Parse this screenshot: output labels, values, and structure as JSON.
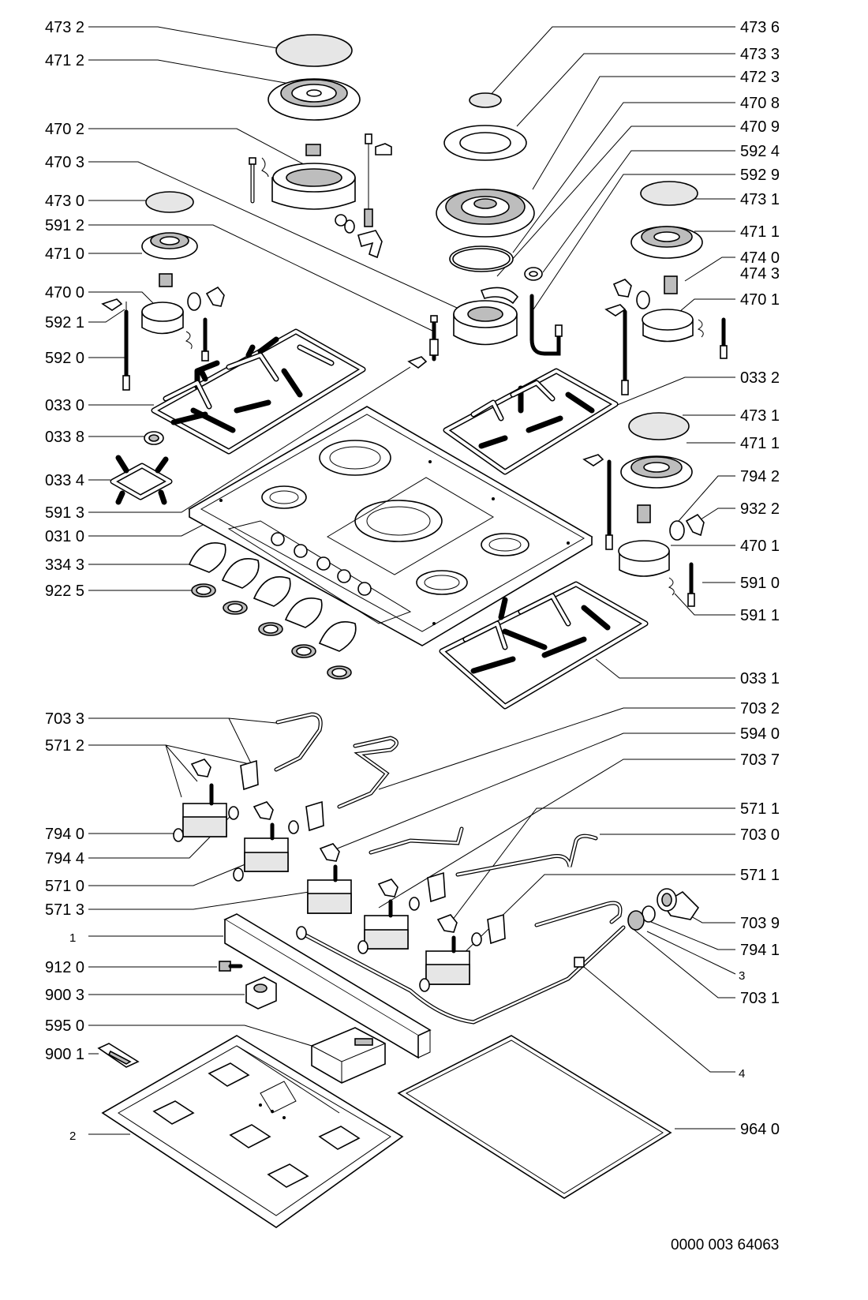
{
  "labels_left": [
    {
      "id": "473-2-a",
      "text": "473 2"
    },
    {
      "id": "471-2",
      "text": "471 2"
    },
    {
      "id": "470-2",
      "text": "470 2"
    },
    {
      "id": "470-3",
      "text": "470 3"
    },
    {
      "id": "473-0",
      "text": "473  0"
    },
    {
      "id": "591-2",
      "text": "591 2"
    },
    {
      "id": "471-0",
      "text": "471 0"
    },
    {
      "id": "470-0",
      "text": "470 0"
    },
    {
      "id": "592-1",
      "text": "592 1"
    },
    {
      "id": "592-0",
      "text": "592 0"
    },
    {
      "id": "033-0",
      "text": "033 0"
    },
    {
      "id": "033-8",
      "text": "033 8"
    },
    {
      "id": "033-4",
      "text": "033 4"
    },
    {
      "id": "591-3",
      "text": "591 3"
    },
    {
      "id": "031-0",
      "text": "031 0"
    },
    {
      "id": "334-3",
      "text": "334 3"
    },
    {
      "id": "922-5",
      "text": "922 5"
    },
    {
      "id": "703-3",
      "text": "703 3"
    },
    {
      "id": "571-2",
      "text": "571 2"
    },
    {
      "id": "794-0",
      "text": "794 0"
    },
    {
      "id": "794-4",
      "text": "794 4"
    },
    {
      "id": "571-0",
      "text": "571 0"
    },
    {
      "id": "571-3",
      "text": "571 3"
    },
    {
      "id": "1",
      "text": "1"
    },
    {
      "id": "912-0",
      "text": "912 0"
    },
    {
      "id": "900-3",
      "text": "900 3"
    },
    {
      "id": "595-0",
      "text": "595 0"
    },
    {
      "id": "900-1",
      "text": "900 1"
    },
    {
      "id": "2",
      "text": "2"
    }
  ],
  "labels_right": [
    {
      "id": "473-6",
      "text": "473 6"
    },
    {
      "id": "473-3",
      "text": "473 3"
    },
    {
      "id": "472-3",
      "text": "472 3"
    },
    {
      "id": "470-8",
      "text": "470 8"
    },
    {
      "id": "470-9",
      "text": "470 9"
    },
    {
      "id": "592-4",
      "text": "592 4"
    },
    {
      "id": "592-9",
      "text": "592 9"
    },
    {
      "id": "473-1-a",
      "text": "473 1"
    },
    {
      "id": "471-1-a",
      "text": "471 1"
    },
    {
      "id": "474-0",
      "text": "474 0"
    },
    {
      "id": "474-3",
      "text": "474 3"
    },
    {
      "id": "470-1-a",
      "text": "470 1"
    },
    {
      "id": "033-2",
      "text": "033 2"
    },
    {
      "id": "473-1-b",
      "text": "473 1"
    },
    {
      "id": "471-1-b",
      "text": "471 1"
    },
    {
      "id": "794-2",
      "text": "794 2"
    },
    {
      "id": "932-2",
      "text": "932 2"
    },
    {
      "id": "470-1-b",
      "text": "470 1"
    },
    {
      "id": "591-0",
      "text": "591 0"
    },
    {
      "id": "591-1",
      "text": "591 1"
    },
    {
      "id": "033-1",
      "text": "033 1"
    },
    {
      "id": "703-2",
      "text": "703 2"
    },
    {
      "id": "594-0",
      "text": "594 0"
    },
    {
      "id": "703-7",
      "text": "703 7"
    },
    {
      "id": "571-1-a",
      "text": "571 1"
    },
    {
      "id": "703-0",
      "text": "703 0"
    },
    {
      "id": "571-1-b",
      "text": "571 1"
    },
    {
      "id": "703-9",
      "text": "703 9"
    },
    {
      "id": "794-1",
      "text": "794 1"
    },
    {
      "id": "3",
      "text": "3"
    },
    {
      "id": "703-1",
      "text": "703 1"
    },
    {
      "id": "4",
      "text": "4"
    },
    {
      "id": "964-0",
      "text": "964 0"
    }
  ],
  "drawing_number": "0000 003 64063"
}
